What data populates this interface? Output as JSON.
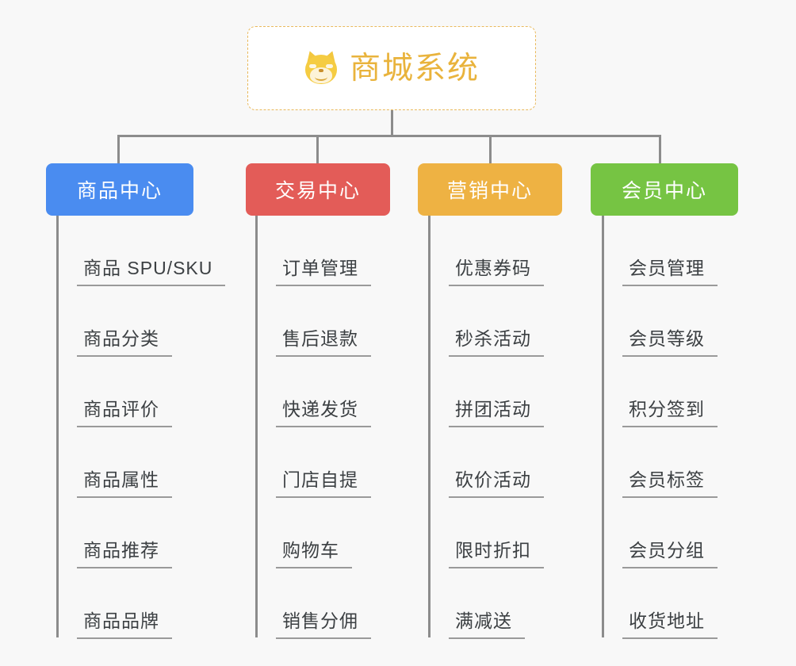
{
  "diagram": {
    "type": "tree",
    "background_color": "#f8f8f8",
    "connector_color": "#8c8c8c"
  },
  "root": {
    "title": "商城系统",
    "icon": "shiba-inu-dog-face",
    "text_color": "#e9b33c",
    "border_color": "#e9b95c",
    "background_color": "#ffffff"
  },
  "columns": [
    {
      "label": "商品中心",
      "color": "#4a8cf0",
      "items": [
        "商品 SPU/SKU",
        "商品分类",
        "商品评价",
        "商品属性",
        "商品推荐",
        "商品品牌"
      ]
    },
    {
      "label": "交易中心",
      "color": "#e35c58",
      "items": [
        "订单管理",
        "售后退款",
        "快递发货",
        "门店自提",
        "购物车",
        "销售分佣"
      ]
    },
    {
      "label": "营销中心",
      "color": "#eeb243",
      "items": [
        "优惠券码",
        "秒杀活动",
        "拼团活动",
        "砍价活动",
        "限时折扣",
        "满减送"
      ]
    },
    {
      "label": "会员中心",
      "color": "#76c443",
      "items": [
        "会员管理",
        "会员等级",
        "积分签到",
        "会员标签",
        "会员分组",
        "收货地址"
      ]
    }
  ]
}
